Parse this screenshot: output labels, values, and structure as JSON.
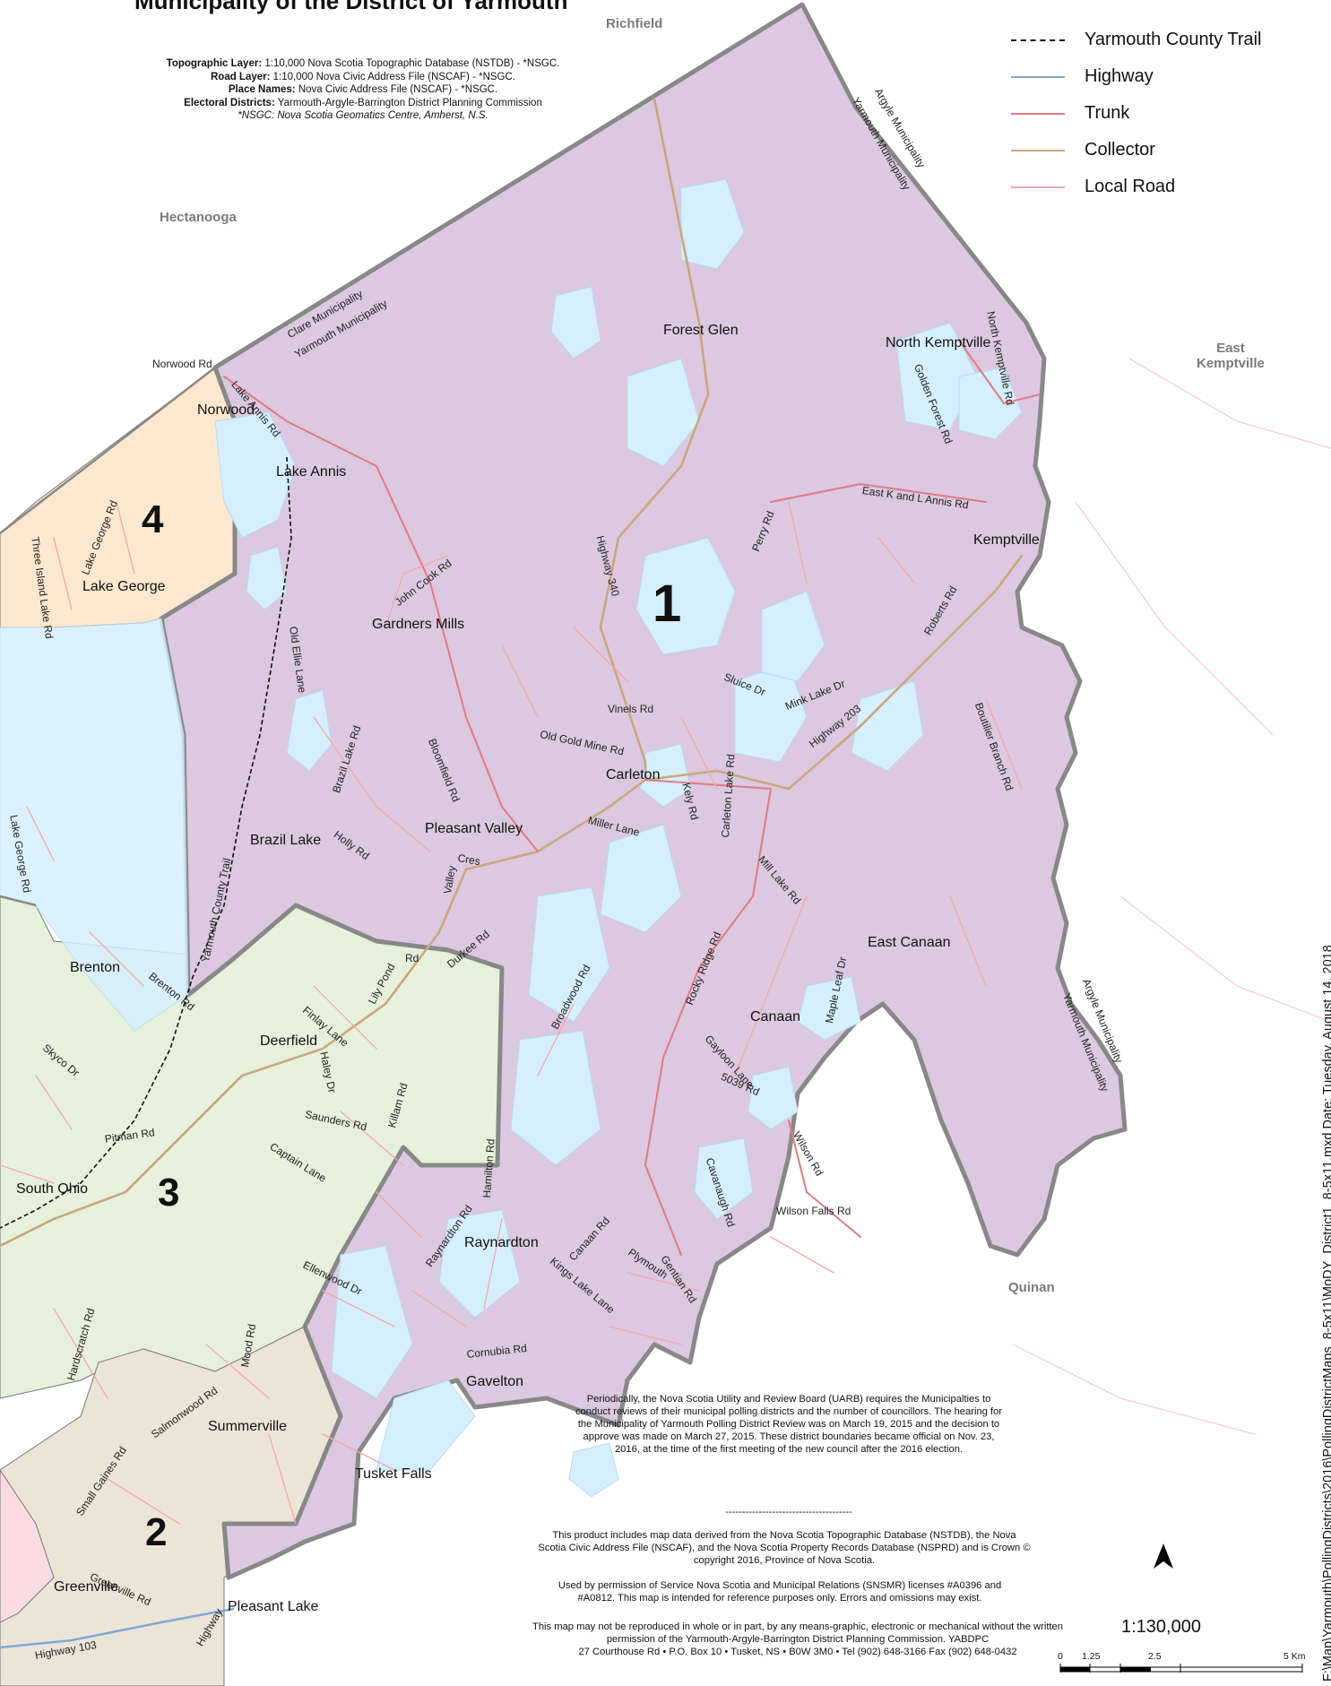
{
  "title": "Municipality of the District of Yarmouth",
  "sources": [
    {
      "label": "Topographic Layer:",
      "text": "1:10,000 Nova Scotia Topographic Database (NSTDB) - *NSGC."
    },
    {
      "label": "Road Layer:",
      "text": "1:10,000 Nova Civic Address File (NSCAF) - *NSGC."
    },
    {
      "label": "Place Names:",
      "text": "Nova Civic Address File (NSCAF) - *NSGC."
    },
    {
      "label": "Electoral Districts:",
      "text": "Yarmouth-Argyle-Barrington District Planning Commission"
    }
  ],
  "sources_footnote": "*NSGC: Nova Scotia Geomatics Centre, Amherst, N.S.",
  "legend": [
    {
      "name": "Yarmouth County Trail",
      "color": "#111111",
      "style": "dashed"
    },
    {
      "name": "Highway",
      "color": "#7fa9d6",
      "style": "solid"
    },
    {
      "name": "Trunk",
      "color": "#e07a82",
      "style": "solid"
    },
    {
      "name": "Collector",
      "color": "#c9a77f",
      "style": "solid"
    },
    {
      "name": "Local Road",
      "color": "#f2a8a8",
      "style": "solid"
    }
  ],
  "colors": {
    "district_1": "#dcc8e0",
    "district_2": "#fadbe4",
    "district_3": "#e6f1dc",
    "district_4": "#fde8cf",
    "district_2_inner": "#ede4d8",
    "water": "#d6efff",
    "land": "#ffffff",
    "boundary": "#888888",
    "highway": "#7fa9d6",
    "trunk": "#e07a82",
    "collector": "#c9a77f",
    "local": "#f2a8a8"
  },
  "districts": [
    {
      "number": "1"
    },
    {
      "number": "2"
    },
    {
      "number": "3"
    },
    {
      "number": "4"
    }
  ],
  "outside_places": [
    {
      "name": "Richfield"
    },
    {
      "name": "Hectanooga"
    },
    {
      "name": "East\nKemptville"
    },
    {
      "name": "Quinan"
    }
  ],
  "places": [
    "Forest Glen",
    "North Kemptville",
    "Norwood",
    "Lake Annis",
    "Lake George",
    "Gardners Mills",
    "Kemptville",
    "Carleton",
    "Brazil Lake",
    "Pleasant Valley",
    "Brenton",
    "Deerfield",
    "East Canaan",
    "Canaan",
    "South Ohio",
    "Raynardton",
    "Summerville",
    "Gavelton",
    "Tusket Falls",
    "Greenville",
    "Pleasant Lake"
  ],
  "roads": [
    "Norwood Rd",
    "Lake Annis Rd",
    "Lake George Rd",
    "Three Island Lake Rd",
    "John Cook Rd",
    "Old Ellie Lane",
    "Brazil Lake Rd",
    "Bloomfield Rd",
    "Highway 340",
    "Perry Rd",
    "East K and L Annis Rd",
    "Golden Forest Rd",
    "North Kemptville Rd",
    "Roberts Rd",
    "Sluice Dr",
    "Mink Lake Dr",
    "Highway 203",
    "Vinels Rd",
    "Old Gold Mine Rd",
    "Kely Rd",
    "Carleton Lake Rd",
    "Miller Lane",
    "Boutilier Branch Rd",
    "Holly Rd",
    "Valley",
    "Cres",
    "Lake George Rd",
    "Yarmouth County Trail",
    "Mill Lake Rd",
    "Durkee Rd",
    "Lily Pond",
    "Rd",
    "Brenton Rd",
    "Finlay Lane",
    "Broadwood Rd",
    "Rocky Ridge Rd",
    "Maple Leaf Dr",
    "Skyco Dr",
    "Haley Dr",
    "Gayloon Lane",
    "5039 Rd",
    "Killam Rd",
    "Saunders Rd",
    "Pitman Rd",
    "Captain Lane",
    "Hamilton Rd",
    "Wilson Rd",
    "Cavanaugh Rd",
    "Wilson Falls Rd",
    "Raynardton Rd",
    "Canaan Rd",
    "Kings Lake Lane",
    "Plymouth",
    "Gentian Rd",
    "Ellenwood Dr",
    "Hardscratch Rd",
    "Mood Rd",
    "Cornubia Rd",
    "Salmonwood Rd",
    "Small Gaines Rd",
    "Greenville Rd",
    "Highway 103",
    "Highway"
  ],
  "boundaries": [
    "Clare Municipality",
    "Yarmouth Municipality",
    "Argyle Municipality",
    "Yarmouth Municipality",
    "Argyle Municipality",
    "Yarmouth Municipality"
  ],
  "notes": {
    "review": "Periodically, the Nova Scotia Utility and Review Board (UARB) requires the Municipalties to conduct reviews of their municipal polling districts and the number of councillors. The hearing for the Municipality of Yarmouth Polling District Review was on March 19, 2015 and the decision to approve was made on March 27, 2015. These district boundaries became official on Nov. 23, 2016, at the time of the first meeting of the new council after the 2016 election.",
    "divider": "--------------------------------------",
    "data": "This product includes map data derived from the Nova Scotia Topographic Database (NSTDB), the Nova Scotia Civic Address File (NSCAF), and the Nova Scotia Property Records Database (NSPRD) and is Crown © copyright 2016, Province of Nova Scotia.",
    "permission": "Used by permission of Service Nova Scotia and Municipal Relations (SNSMR) licenses  #A0396 and #A0812. This map is intended for reference purposes only. Errors and omissions may exist.",
    "reproduction": "This map may not be reproduced in whole or in part, by any means-graphic, electronic or mechanical without the written permission of the Yarmouth-Argyle-Barrington District Planning Commission.  YABDPC",
    "address": "27 Courthouse Rd • P.O. Box 10 • Tusket, NS • B0W 3M0 • Tel (902) 648-3166 Fax (902) 648-0432"
  },
  "filepath": "F:\\Map\\Yarmouth\\PollingDistricts\\2016\\PollingDistrictMaps_8-5x11\\MoDY_District1_8-5x11.mxd Date: Tuesday, August 14, 2018",
  "north_label": "N",
  "scale_text": "1:130,000",
  "scalebar_ticks": [
    "0",
    "1.25",
    "2.5",
    "5 Km"
  ],
  "scalebar_ticks_km": [
    0,
    1.25,
    2.5,
    5
  ]
}
